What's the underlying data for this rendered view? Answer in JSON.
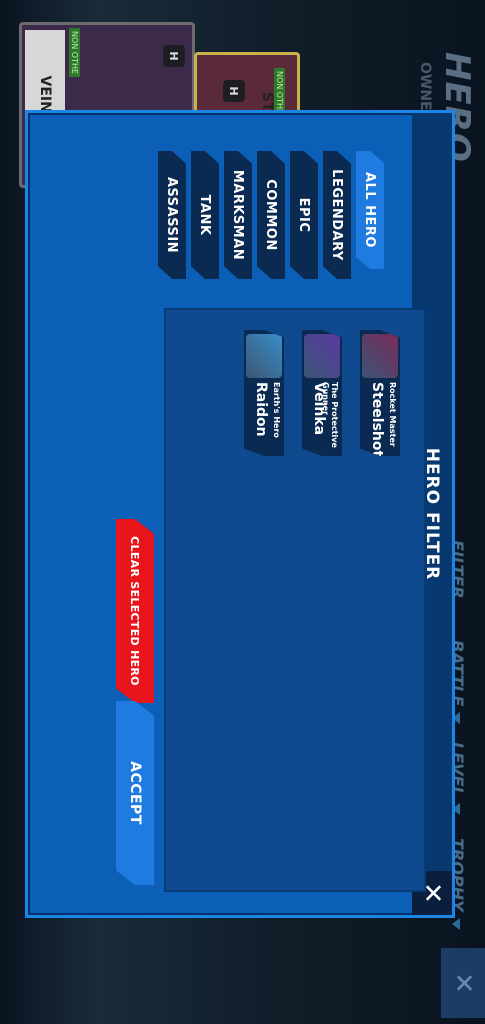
{
  "background": {
    "title": "HERO",
    "subtitle": "OWNED",
    "cards": [
      {
        "name": "VEINKA",
        "badge": "H"
      },
      {
        "name": "ST",
        "badge": "H"
      }
    ],
    "tag": "NON OTHE",
    "tabs": [
      "FILTER",
      "BATTLE",
      "LEVEL",
      "TROPHY"
    ],
    "close_label": "✕"
  },
  "dialog": {
    "title": "HERO FILTER",
    "close_label": "✕",
    "categories": [
      {
        "label": "ALL HERO",
        "active": true
      },
      {
        "label": "LEGENDARY",
        "active": false
      },
      {
        "label": "EPIC",
        "active": false
      },
      {
        "label": "COMMON",
        "active": false
      },
      {
        "label": "MARKSMAN",
        "active": false
      },
      {
        "label": "TANK",
        "active": false
      },
      {
        "label": "ASSASSIN",
        "active": false
      }
    ],
    "heroes": [
      {
        "subtitle": "Rocket Master",
        "name": "Steelshot",
        "avatar_color": "#7a2a5a"
      },
      {
        "subtitle": "The Protective Gunner",
        "name": "Veinka",
        "avatar_color": "#5a3aa0"
      },
      {
        "subtitle": "Earth's Hero",
        "name": "Raidon",
        "avatar_color": "#3a8fc8"
      }
    ],
    "clear_label": "CLEAR SELECTED HERO",
    "accept_label": "ACCEPT"
  }
}
